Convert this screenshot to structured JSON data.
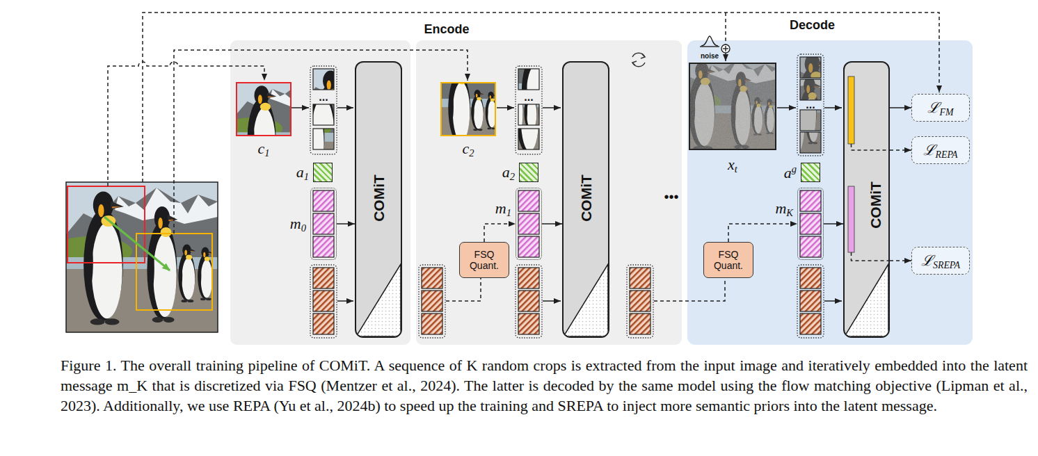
{
  "diagram": {
    "caption": "Figure 1. The overall training pipeline of COMiT. A sequence of K random crops is extracted from the input image and iteratively embedded into the latent message m_K that is discretized via FSQ (Mentzer et al., 2024). The latter is decoded by the same model using the flow matching objective (Lipman et al., 2023). Additionally, we use REPA (Yu et al., 2024b) to speed up the training and SREPA to inject more semantic priors into the latent message.",
    "nodes": [
      {
        "text": [
          "c",
          "1"
        ]
      },
      {
        "text": [
          "a",
          "1"
        ]
      },
      {
        "text": [
          "m",
          "0"
        ]
      },
      {
        "text": [
          "COMiT"
        ]
      },
      {
        "text": [
          "FSQ Quant."
        ]
      },
      {
        "text": [
          "c",
          "2"
        ]
      },
      {
        "text": [
          "a",
          "2"
        ]
      },
      {
        "text": [
          "m",
          "1"
        ]
      },
      {
        "text": [
          "COMiT"
        ]
      },
      {
        "text": [
          "Decode"
        ]
      },
      {
        "text": [
          "FSQ Quant."
        ],
        "in": 9
      },
      {
        "text": [
          "x",
          "t"
        ],
        "in": 9
      },
      {
        "text": [
          "a",
          "g"
        ],
        "in": 9
      },
      {
        "text": [
          "m",
          "K"
        ],
        "in": 9
      },
      {
        "text": [
          "COMiT"
        ],
        "in": 9
      },
      {
        "text": [
          "ℒ",
          "FM"
        ],
        "in": 9
      },
      {
        "text": [
          "ℒ",
          "REPA"
        ],
        "in": 9
      },
      {
        "text": [
          "ℒ",
          "SREPA"
        ],
        "in": 9
      }
    ],
    "edges": [
      {
        "from": 2,
        "to": 3,
        "arrow": "to"
      },
      {
        "from": 4,
        "to": 7,
        "arrow": "to"
      },
      {
        "from": 7,
        "to": 8,
        "arrow": "to"
      },
      {
        "from": 10,
        "to": 13,
        "arrow": "to"
      },
      {
        "from": 13,
        "to": 14,
        "arrow": "to"
      },
      {
        "from": 14,
        "to": 15,
        "arrow": "to"
      },
      {
        "from": 14,
        "to": 16,
        "arrow": "to"
      },
      {
        "from": 14,
        "to": 17,
        "arrow": "to"
      }
    ],
    "labels": [
      "Encode",
      "noise",
      "...",
      "...",
      "...",
      "•••"
    ]
  }
}
